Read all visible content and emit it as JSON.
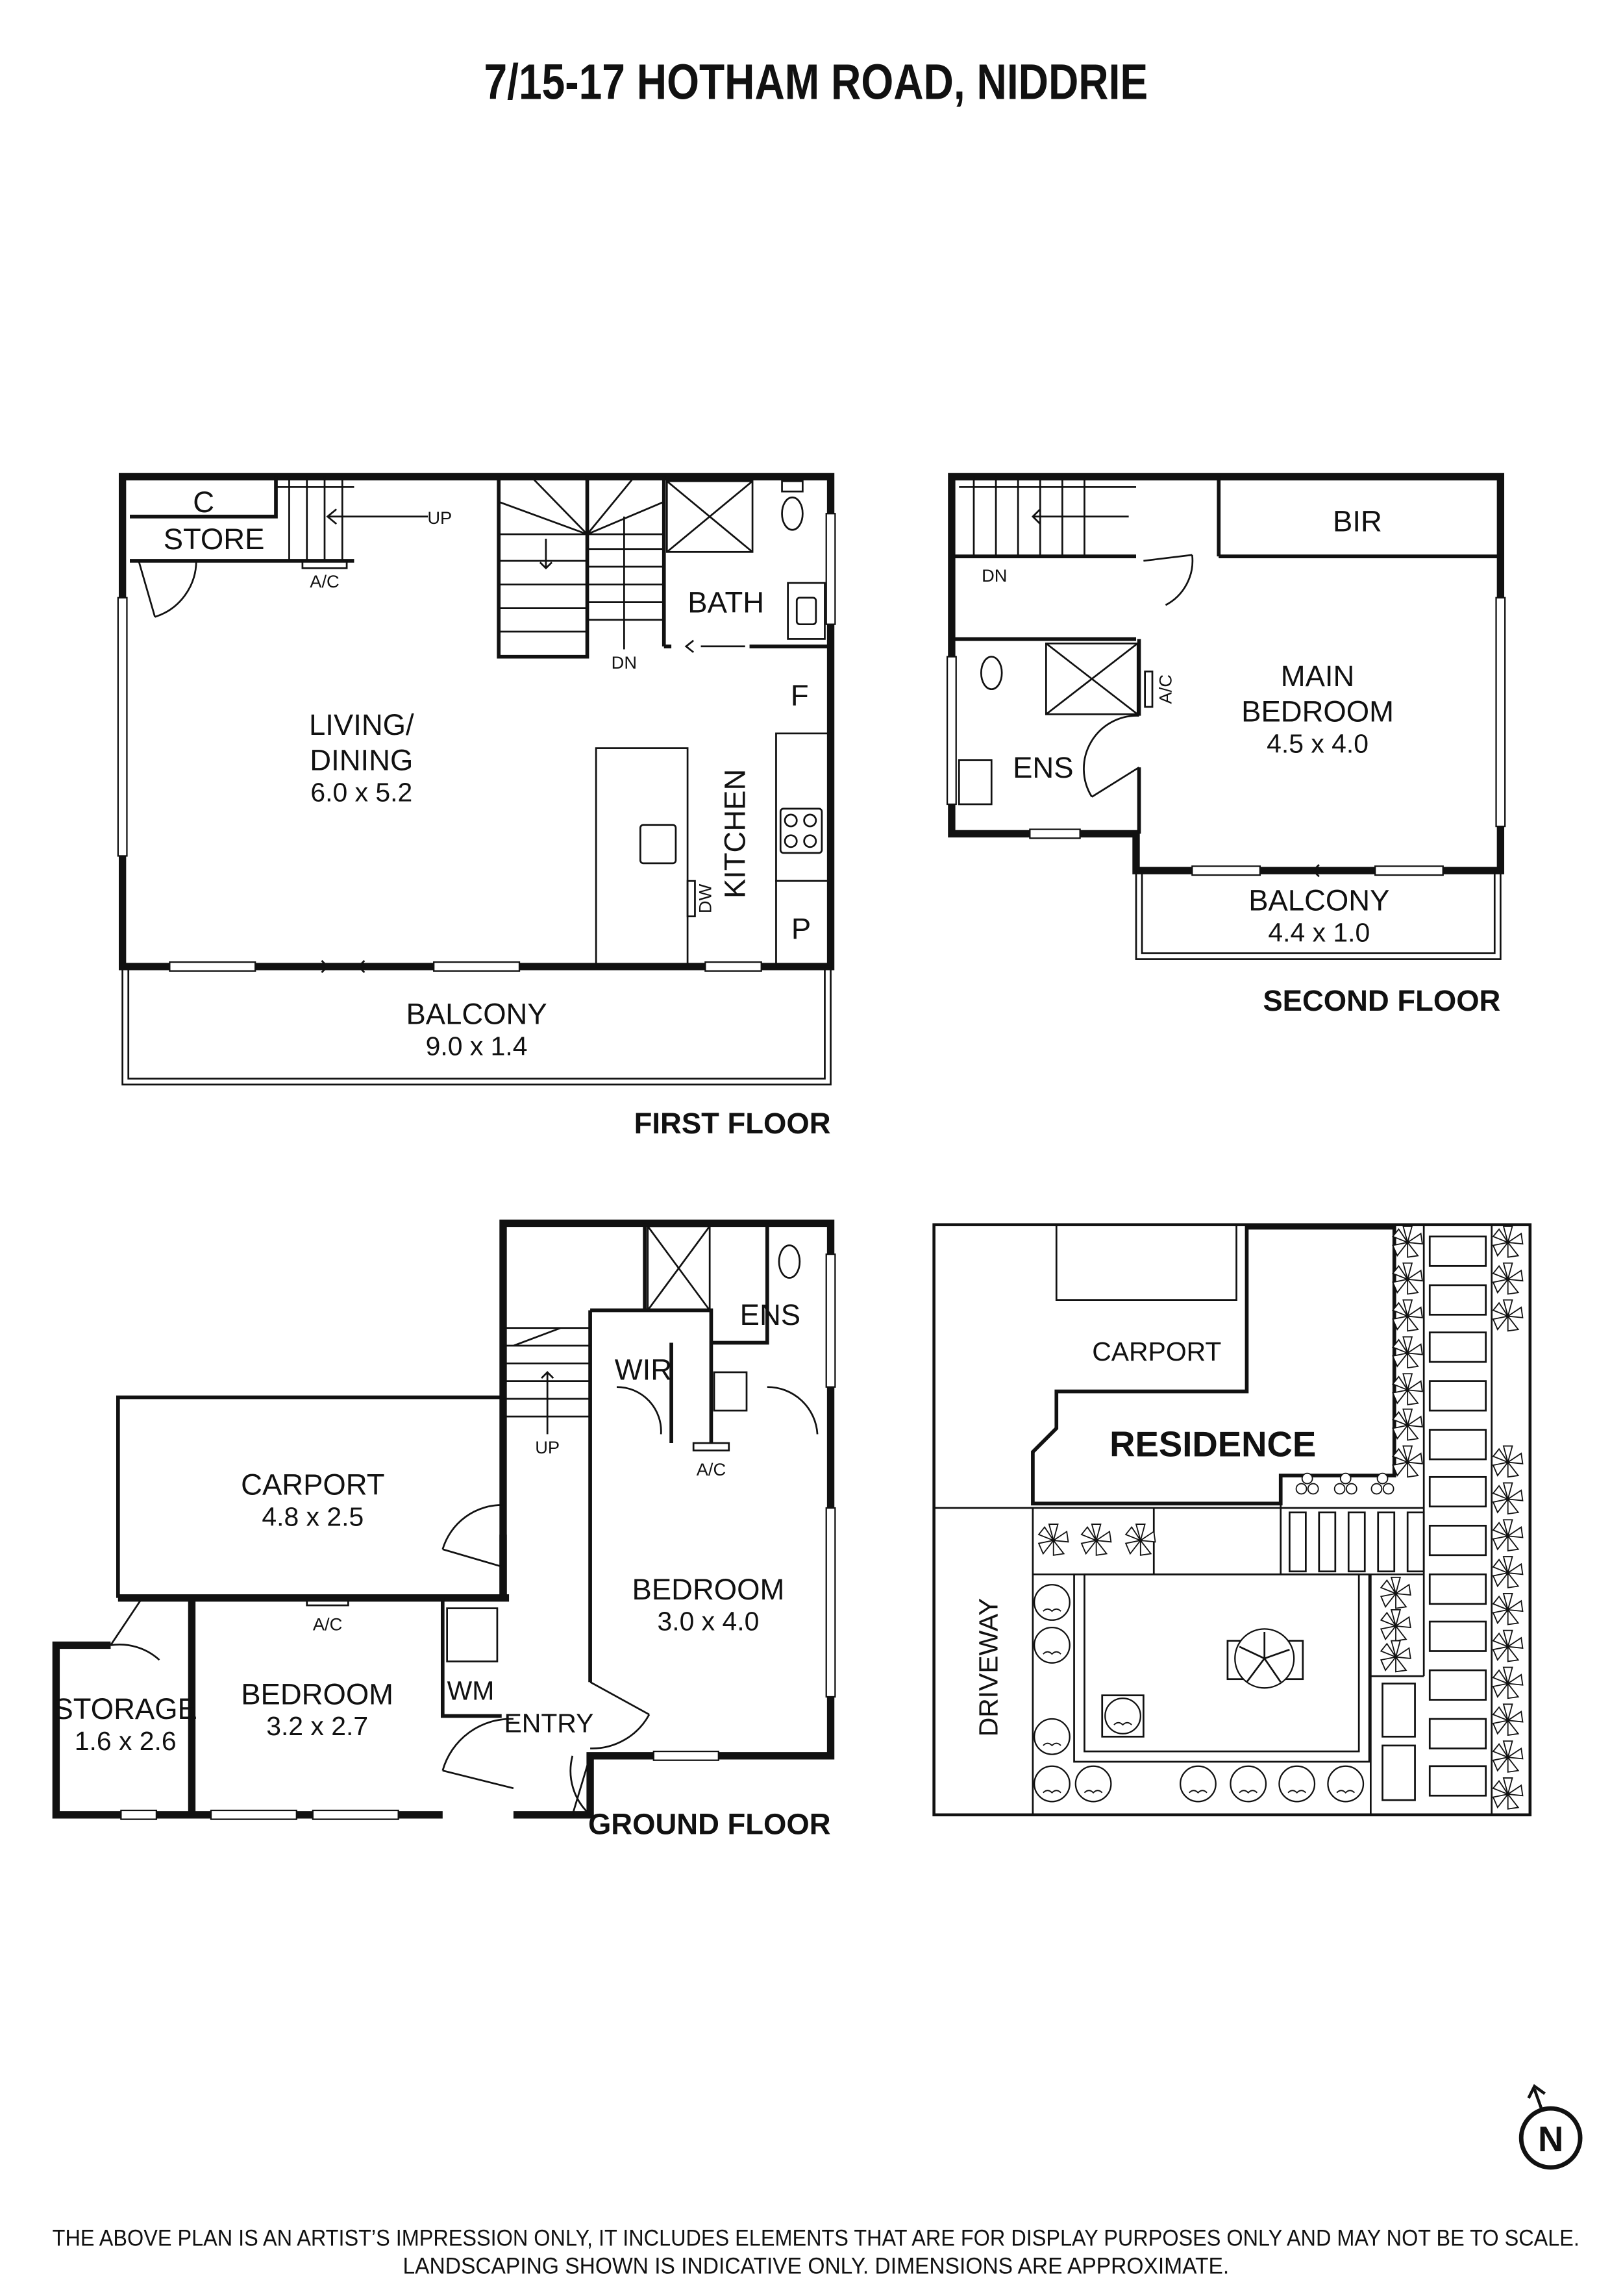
{
  "title": "7/15-17 HOTHAM ROAD, NIDDRIE",
  "first_floor": {
    "label": "FIRST FLOOR",
    "rooms": {
      "c": "C",
      "store": "STORE",
      "living_line1": "LIVING/",
      "living_line2": "DINING",
      "living_dims": "6.0 x 5.2",
      "bath": "BATH",
      "kitchen": "KITCHEN",
      "fridge": "F",
      "pantry": "P",
      "dishwasher": "DW",
      "balcony": "BALCONY",
      "balcony_dims": "9.0 x 1.4"
    },
    "ac": "A/C",
    "up": "UP",
    "dn": "DN"
  },
  "second_floor": {
    "label": "SECOND FLOOR",
    "rooms": {
      "bir": "BIR",
      "main_line1": "MAIN",
      "main_line2": "BEDROOM",
      "main_dims": "4.5 x 4.0",
      "ens": "ENS",
      "balcony": "BALCONY",
      "balcony_dims": "4.4 x 1.0"
    },
    "ac": "A/C",
    "dn": "DN"
  },
  "ground_floor": {
    "label": "GROUND FLOOR",
    "rooms": {
      "carport": "CARPORT",
      "carport_dims": "4.8 x 2.5",
      "storage": "STORAGE",
      "storage_dims": "1.6 x 2.6",
      "bedroom2": "BEDROOM",
      "bedroom2_dims": "3.2 x 2.7",
      "wm": "WM",
      "entry": "ENTRY",
      "bedroom1": "BEDROOM",
      "bedroom1_dims": "3.0 x 4.0",
      "wir": "WIR",
      "ens": "ENS"
    },
    "ac": "A/C",
    "up": "UP"
  },
  "site_plan": {
    "carport": "CARPORT",
    "residence": "RESIDENCE",
    "driveway": "DRIVEWAY"
  },
  "north": "N",
  "disclaimer": {
    "line1": "THE ABOVE PLAN IS AN ARTIST’S IMPRESSION ONLY, IT INCLUDES ELEMENTS THAT ARE FOR DISPLAY PURPOSES ONLY AND MAY NOT BE TO SCALE.",
    "line2": "LANDSCAPING SHOWN IS INDICATIVE ONLY. DIMENSIONS ARE APPROXIMATE."
  }
}
